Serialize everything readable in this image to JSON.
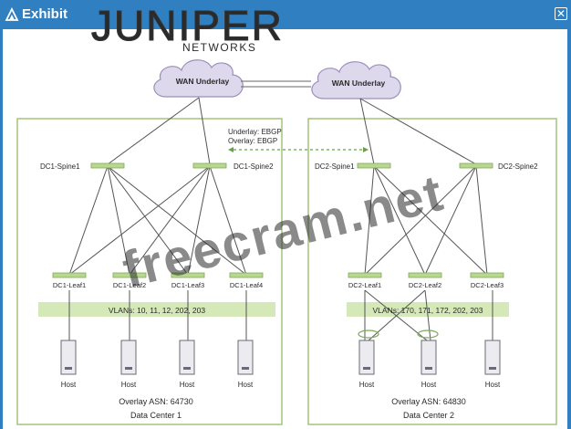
{
  "window": {
    "title": "Exhibit",
    "close_icon": "close-icon",
    "title_icon": "exhibit-icon"
  },
  "logo": {
    "name": "JUNIPER",
    "sub": "NETWORKS"
  },
  "watermark": "freecram.net",
  "colors": {
    "titlebar": "#2f7fc1",
    "box_border": "#a3c47a",
    "vlan_band": "#d4e8b8",
    "cloud_fill": "#ddd8ec",
    "cloud_stroke": "#9a8fbd",
    "switch_fill": "#b7d98c"
  },
  "clouds": [
    {
      "label": "WAN Underlay"
    },
    {
      "label": "WAN Underlay"
    }
  ],
  "peering": {
    "line1": "Underlay: EBGP",
    "line2": "Overlay: EBGP"
  },
  "dc1": {
    "spines": [
      "DC1-Spine1",
      "DC1-Spine2"
    ],
    "leaves": [
      "DC1-Leaf1",
      "DC1-Leaf2",
      "DC1-Leaf3",
      "DC1-Leaf4"
    ],
    "vlans": "VLANs: 10, 11, 12, 202, 203",
    "hosts": [
      "Host",
      "Host",
      "Host",
      "Host"
    ],
    "asn": "Overlay ASN: 64730",
    "name": "Data Center 1"
  },
  "dc2": {
    "spines": [
      "DC2-Spine1",
      "DC2-Spine2"
    ],
    "leaves": [
      "DC2-Leaf1",
      "DC2-Leaf2",
      "DC2-Leaf3"
    ],
    "vlans": "VLANs: 170, 171, 172, 202, 203",
    "hosts": [
      "Host",
      "Host",
      "Host"
    ],
    "asn": "Overlay ASN: 64830",
    "name": "Data Center 2"
  }
}
